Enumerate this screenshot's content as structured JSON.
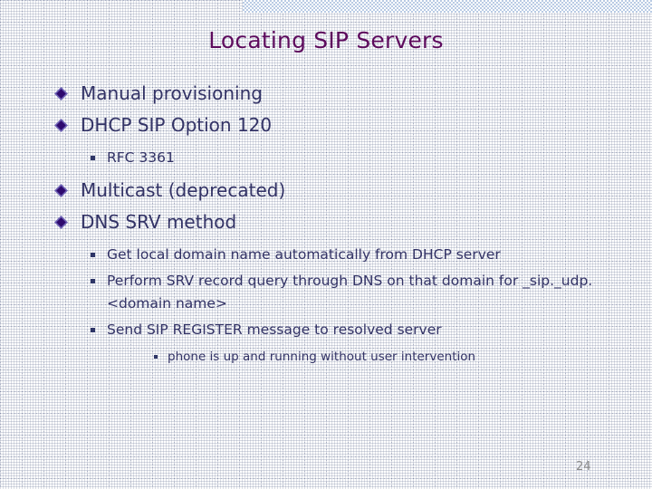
{
  "slide": {
    "title": "Locating SIP Servers",
    "page_number": "24",
    "colors": {
      "title": "#5d0b5d",
      "body_text": "#333366",
      "bullet_diamond": "#2e0a6e",
      "bullet_square": "#2e3566",
      "header_band": "#b9cbe4",
      "page_number": "#8a8a8a",
      "background": "#ffffff"
    },
    "outline": [
      {
        "level": 1,
        "marker": "diamond-bullet-icon",
        "text": "Manual provisioning"
      },
      {
        "level": 1,
        "marker": "diamond-bullet-icon",
        "text": "DHCP SIP Option 120"
      },
      {
        "level": 2,
        "marker": "square-bullet-icon",
        "text": "RFC 3361"
      },
      {
        "level": 1,
        "marker": "diamond-bullet-icon",
        "text": "Multicast (deprecated)"
      },
      {
        "level": 1,
        "marker": "diamond-bullet-icon",
        "text": "DNS SRV method"
      },
      {
        "level": 2,
        "marker": "square-bullet-icon",
        "text": "Get local domain name automatically from DHCP server"
      },
      {
        "level": 2,
        "marker": "square-bullet-icon",
        "text": "Perform SRV record query through DNS on that domain for _sip._udp.<domain name>"
      },
      {
        "level": 2,
        "marker": "square-bullet-icon",
        "text": "Send SIP REGISTER message to resolved server"
      },
      {
        "level": 3,
        "marker": "square-bullet-icon",
        "text": "phone is up and running without user intervention"
      }
    ]
  }
}
